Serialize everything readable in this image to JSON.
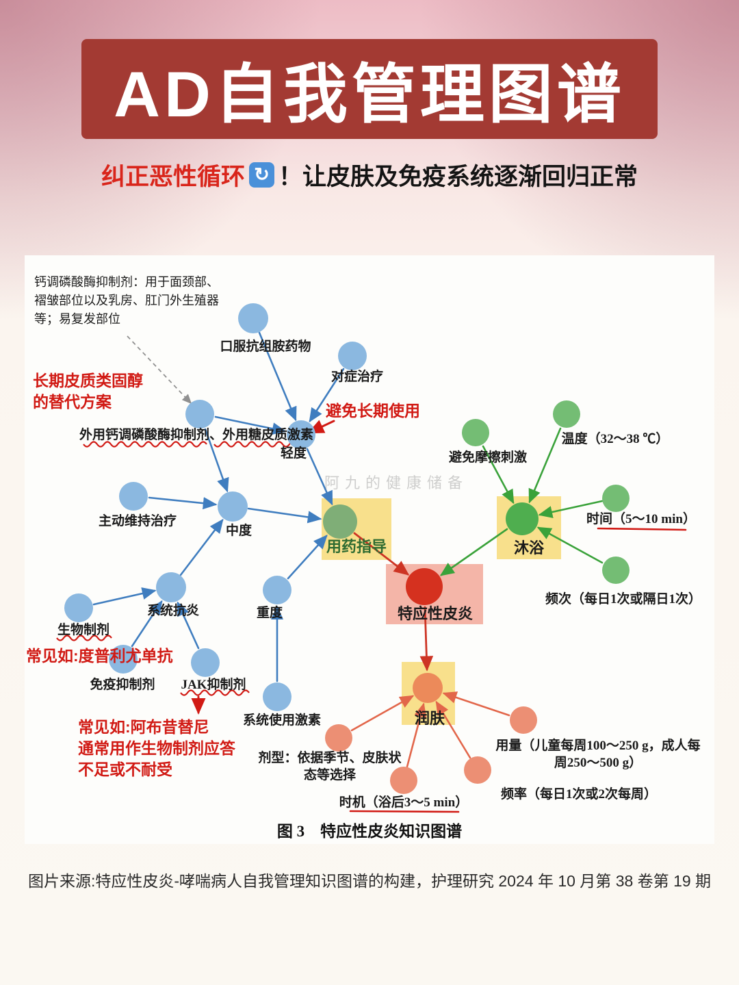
{
  "header": {
    "title": "AD自我管理图谱"
  },
  "subtitle": {
    "highlight": "纠正恶性循环",
    "icon_char": "↻",
    "rest": "！让皮肤及免疫系统逐渐回归正常"
  },
  "figure": {
    "caption": "图 3　特应性皮炎知识图谱",
    "watermark": "阿九的健康储备",
    "nodes": {
      "oral_antihistamine": {
        "label": "口服抗组胺药物"
      },
      "symptomatic_treatment": {
        "label": "对症治疗"
      },
      "topical_tci_tcs": {
        "label": "外用钙调磷酸酶抑制剂、外用糖皮质激素"
      },
      "mild": {
        "label": "轻度"
      },
      "proactive_maintenance": {
        "label": "主动维持治疗"
      },
      "moderate": {
        "label": "中度"
      },
      "systemic_antiinflammatory": {
        "label": "系统抗炎"
      },
      "biologics": {
        "label": "生物制剂"
      },
      "immunosuppressant": {
        "label": "免疫抑制剂"
      },
      "jak_inhibitor": {
        "label": "JAK抑制剂"
      },
      "severe": {
        "label": "重度"
      },
      "systemic_corticosteroid": {
        "label": "系统使用激素"
      },
      "medication_guidance": {
        "label": "用药指导"
      },
      "atopic_dermatitis": {
        "label": "特应性皮炎"
      },
      "avoid_friction": {
        "label": "避免摩擦刺激"
      },
      "temperature": {
        "label": "温度（32～38 ℃）"
      },
      "time": {
        "label": "时间（5～10 min）"
      },
      "bathing": {
        "label": "沐浴"
      },
      "bath_frequency": {
        "label": "频次（每日1次或隔日1次）"
      },
      "moisturizing": {
        "label": "润肤"
      },
      "dosage_form": {
        "label": "剂型：依据季节、皮肤状态等选择"
      },
      "timing": {
        "label": "时机（浴后3～5 min）"
      },
      "moist_frequency": {
        "label": "频率（每日1次或2次每周）"
      },
      "amount": {
        "label": "用量（儿童每周100～250 g，成人每周250～500 g）"
      }
    },
    "annotations": {
      "tci_note": "钙调磷酸酶抑制剂：用于面颈部、褶皱部位以及乳房、肛门外生殖器等；易复发部位",
      "steroid_alternative": "长期皮质类固醇\n的替代方案",
      "avoid_longterm": "避免长期使用",
      "biologics_example": "常见如:度普利尤单抗",
      "jak_example": "常见如:阿布昔替尼\n通常用作生物制剂应答\n不足或不耐受"
    },
    "edges": [
      {
        "from": "口服抗组胺药物",
        "to": "轻度"
      },
      {
        "from": "对症治疗",
        "to": "轻度"
      },
      {
        "from": "外用钙调磷酸酶抑制剂、外用糖皮质激素",
        "to": "轻度"
      },
      {
        "from": "外用钙调磷酸酶抑制剂、外用糖皮质激素",
        "to": "中度"
      },
      {
        "from": "主动维持治疗",
        "to": "中度"
      },
      {
        "from": "系统抗炎",
        "to": "中度"
      },
      {
        "from": "生物制剂",
        "to": "系统抗炎"
      },
      {
        "from": "免疫抑制剂",
        "to": "系统抗炎"
      },
      {
        "from": "JAK抑制剂",
        "to": "系统抗炎"
      },
      {
        "from": "系统使用激素",
        "to": "重度"
      },
      {
        "from": "轻度",
        "to": "用药指导"
      },
      {
        "from": "中度",
        "to": "用药指导"
      },
      {
        "from": "重度",
        "to": "用药指导"
      },
      {
        "from": "用药指导",
        "to": "特应性皮炎"
      },
      {
        "from": "避免摩擦刺激",
        "to": "沐浴"
      },
      {
        "from": "温度（32～38 ℃）",
        "to": "沐浴"
      },
      {
        "from": "时间（5～10 min）",
        "to": "沐浴"
      },
      {
        "from": "频次（每日1次或隔日1次）",
        "to": "沐浴"
      },
      {
        "from": "沐浴",
        "to": "特应性皮炎"
      },
      {
        "from": "特应性皮炎",
        "to": "润肤"
      },
      {
        "from": "剂型：依据季节、皮肤状态等选择",
        "to": "润肤"
      },
      {
        "from": "时机（浴后3～5 min）",
        "to": "润肤"
      },
      {
        "from": "频率（每日1次或2次每周）",
        "to": "润肤"
      },
      {
        "from": "用量（儿童每周100～250 g，成人每周250～500 g）",
        "to": "润肤"
      }
    ]
  },
  "source": "图片来源:特应性皮炎-哮喘病人自我管理知识图谱的构建，护理研究 2024 年 10 月第 38 卷第 19 期",
  "colors": {
    "header_bg": "#a33a33",
    "annotation_red": "#d11a14",
    "node_blue": "#8bb8e0",
    "node_green_center": "#7fae77",
    "node_green": "#74bd74",
    "node_green_bath": "#4fae4f",
    "node_red": "#d5311f",
    "node_orange": "#ec8a5a",
    "highlight_yellow": "#f8e08c",
    "highlight_pink": "#f4b5a8",
    "edge_blue": "#3f7dbf",
    "edge_green": "#3aa23a",
    "edge_orange": "#e2664a",
    "edge_red": "#cd3424"
  }
}
